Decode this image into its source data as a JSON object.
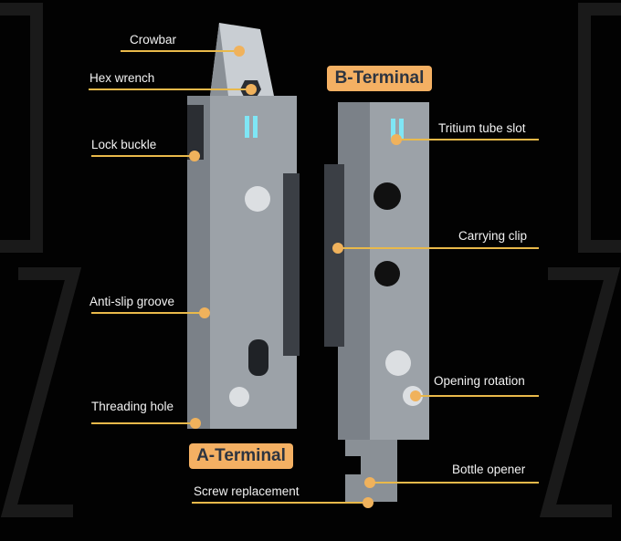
{
  "badges": {
    "a_terminal": "A-Terminal",
    "b_terminal": "B-Terminal"
  },
  "labels": {
    "crowbar": "Crowbar",
    "hex_wrench": "Hex wrench",
    "lock_buckle": "Lock buckle",
    "anti_slip_groove": "Anti-slip groove",
    "threading_hole": "Threading hole",
    "screw_replacement": "Screw replacement",
    "tritium_tube_slot": "Tritium tube slot",
    "carrying_clip": "Carrying clip",
    "opening_rotation": "Opening rotation",
    "bottle_opener": "Bottle opener"
  },
  "colors": {
    "accent": "#f4b063",
    "line": "#e9b94a",
    "tritium": "#7fe6f5"
  }
}
